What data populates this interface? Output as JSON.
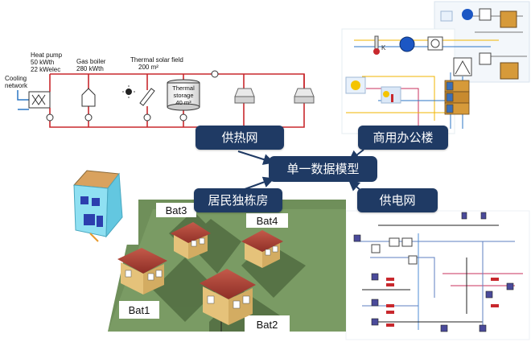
{
  "center": {
    "label": "单一数据模型"
  },
  "nodes": {
    "heating": {
      "label": "供热网"
    },
    "office": {
      "label": "商用办公楼"
    },
    "residential": {
      "label": "居民独栋房"
    },
    "power": {
      "label": "供电网"
    }
  },
  "heat_network": {
    "cooling_network": [
      "Cooling",
      "network"
    ],
    "heat_pump": [
      "Heat pump",
      "50 kWth",
      "22 kWelec"
    ],
    "gas_boiler": [
      "Gas boiler",
      "280 kWth"
    ],
    "solar_field": [
      "Thermal solar field",
      "200 m²"
    ],
    "storage": [
      "Thermal",
      "storage",
      "40 m³"
    ]
  },
  "houses": [
    "Bat3",
    "Bat4",
    "Bat1",
    "Bat2"
  ],
  "colors": {
    "badge": "#1f3a64",
    "pipe": "#c8282d",
    "ground": "#6f8f5a"
  }
}
